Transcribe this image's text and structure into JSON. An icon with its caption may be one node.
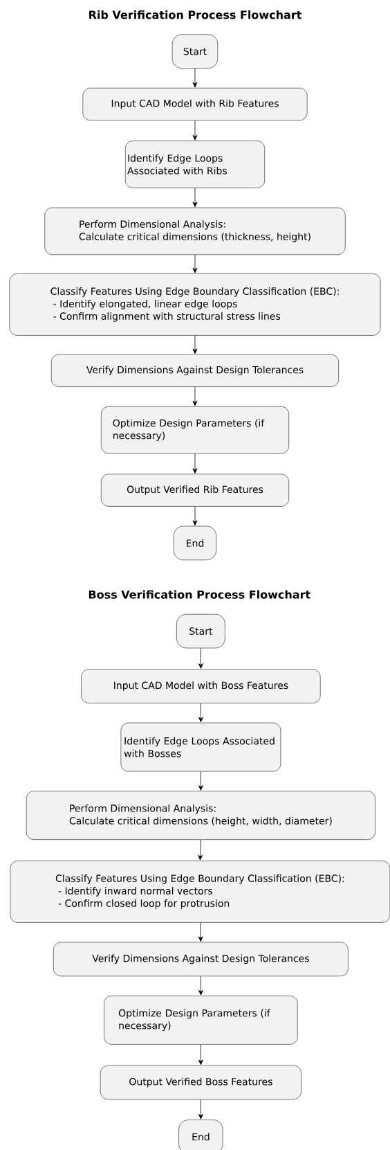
{
  "diagram": {
    "title": "Rib Verification Process Flowchart",
    "nodes": [
      {
        "text": [
          "Start"
        ]
      },
      {
        "text": [
          "Input CAD Model with Rib Features"
        ]
      },
      {
        "text": [
          "Identify Edge Loops Associated with Ribs"
        ]
      },
      {
        "text": [
          "Perform Dimensional Analysis:",
          "Calculate critical dimensions (thickness, height)"
        ]
      },
      {
        "text": [
          "Classify Features Using Edge Boundary Classification (EBC):",
          "- Identify elongated, linear edge loops",
          "- Confirm alignment with structural stress lines"
        ]
      },
      {
        "text": [
          "Verify Dimensions Against Design Tolerances"
        ]
      },
      {
        "text": [
          "Optimize Design Parameters (if necessary)"
        ]
      },
      {
        "text": [
          "Output Verified Rib Features"
        ]
      },
      {
        "text": [
          "End"
        ]
      },
      {
        "text": [
          "Start"
        ]
      },
      {
        "text": [
          "Input CAD Model with Boss Features"
        ]
      },
      {
        "text": [
          "Identify Edge Loops Associated with Bosses"
        ]
      },
      {
        "text": [
          "Perform Dimensional Analysis:",
          "Calculate critical dimensions (height, width, diameter)"
        ]
      },
      {
        "text": [
          "Classify Features Using Edge Boundary Classification (EBC):",
          "- Identify inward normal vectors",
          "- Confirm closed loop for protrusion"
        ]
      },
      {
        "text": [
          "Verify Dimensions Against Design Tolerances"
        ]
      },
      {
        "text": [
          "Optimize Design Parameters (if necessary)"
        ]
      },
      {
        "text": [
          "Output Verified Boss Features"
        ]
      },
      {
        "text": [
          "End"
        ]
      }
    ],
    "edges": [
      {
        "from": 0,
        "to": 1,
        "arrow": "to"
      },
      {
        "from": 1,
        "to": 2,
        "arrow": "to"
      },
      {
        "from": 2,
        "to": 3,
        "arrow": "to"
      },
      {
        "from": 3,
        "to": 4,
        "arrow": "to"
      },
      {
        "from": 4,
        "to": 5,
        "arrow": "to"
      },
      {
        "from": 5,
        "to": 6,
        "arrow": "to"
      },
      {
        "from": 6,
        "to": 7,
        "arrow": "to"
      },
      {
        "from": 7,
        "to": 8,
        "arrow": "to"
      },
      {
        "from": 9,
        "to": 10,
        "arrow": "to"
      },
      {
        "from": 10,
        "to": 11,
        "arrow": "to"
      },
      {
        "from": 11,
        "to": 12,
        "arrow": "to"
      },
      {
        "from": 12,
        "to": 13,
        "arrow": "to"
      },
      {
        "from": 13,
        "to": 14,
        "arrow": "to"
      },
      {
        "from": 14,
        "to": 15,
        "arrow": "to"
      },
      {
        "from": 15,
        "to": 16,
        "arrow": "to"
      },
      {
        "from": 16,
        "to": 17,
        "arrow": "to"
      }
    ],
    "labels": [
      "Boss Verification Process Flowchart"
    ]
  }
}
